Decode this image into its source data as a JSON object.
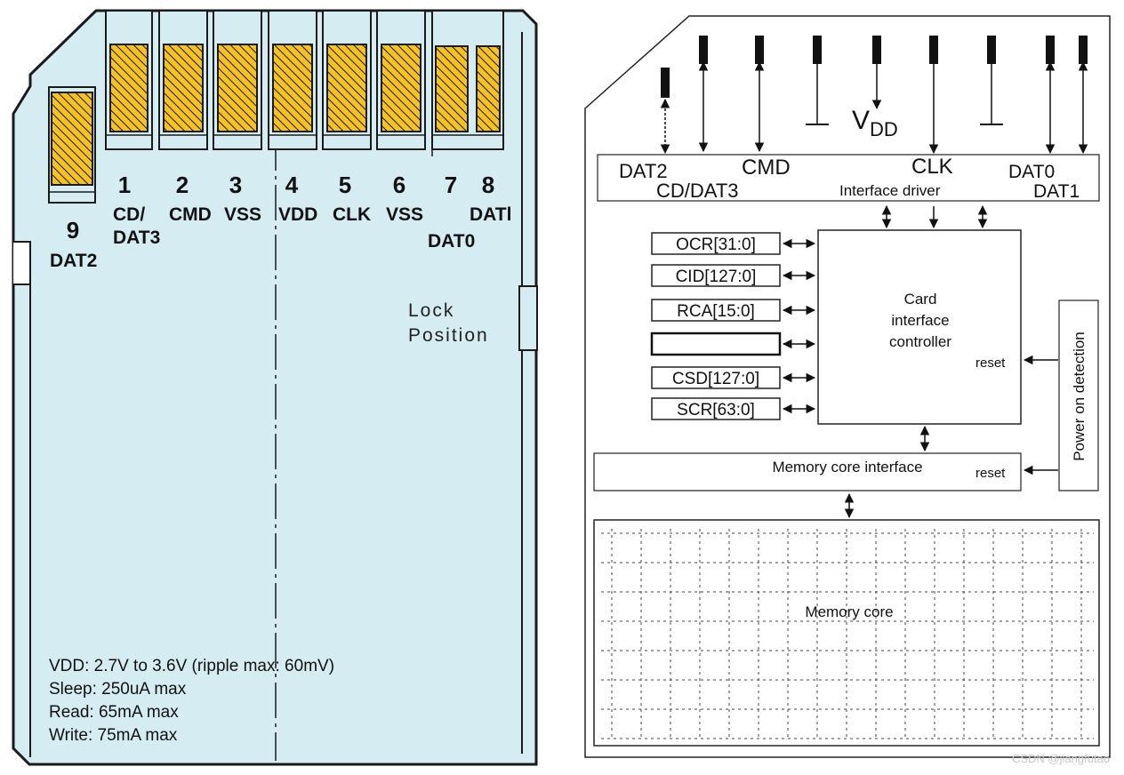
{
  "sd_card": {
    "pin_numbers": [
      "1",
      "2",
      "3",
      "4",
      "5",
      "6",
      "7",
      "8",
      "9"
    ],
    "pin_names": [
      "CD/",
      "DAT3",
      "CMD",
      "VSS",
      "VDD",
      "CLK",
      "VSS",
      "DAT0",
      "DATl",
      "DAT2"
    ],
    "lock_position": [
      "Lock",
      "Position"
    ],
    "specs": [
      "VDD: 2.7V to 3.6V (ripple max: 60mV)",
      "Sleep: 250uA max",
      "Read: 65mA max",
      "Write: 75mA max"
    ],
    "colors": {
      "card_fill": "#d6ecf3",
      "contact_fill": "#f6c027",
      "outline": "#1a1a1a"
    }
  },
  "block_diagram": {
    "signals": {
      "dat2": "DAT2",
      "cd_dat3": "CD/DAT3",
      "cmd": "CMD",
      "clk": "CLK",
      "dat0": "DAT0",
      "dat1": "DAT1"
    },
    "vdd": {
      "main": "V",
      "sub": "DD"
    },
    "interface_driver": "Interface driver",
    "registers": [
      "OCR[31:0]",
      "CID[127:0]",
      "RCA[15:0]",
      "",
      "CSD[127:0]",
      "SCR[63:0]"
    ],
    "controller": [
      "Card",
      "interface",
      "controller"
    ],
    "reset_label": "reset",
    "power_on": "Power on detection",
    "memory_interface": "Memory core interface",
    "memory_core": "Memory core"
  },
  "watermark": "CSDN @jiangfutao"
}
